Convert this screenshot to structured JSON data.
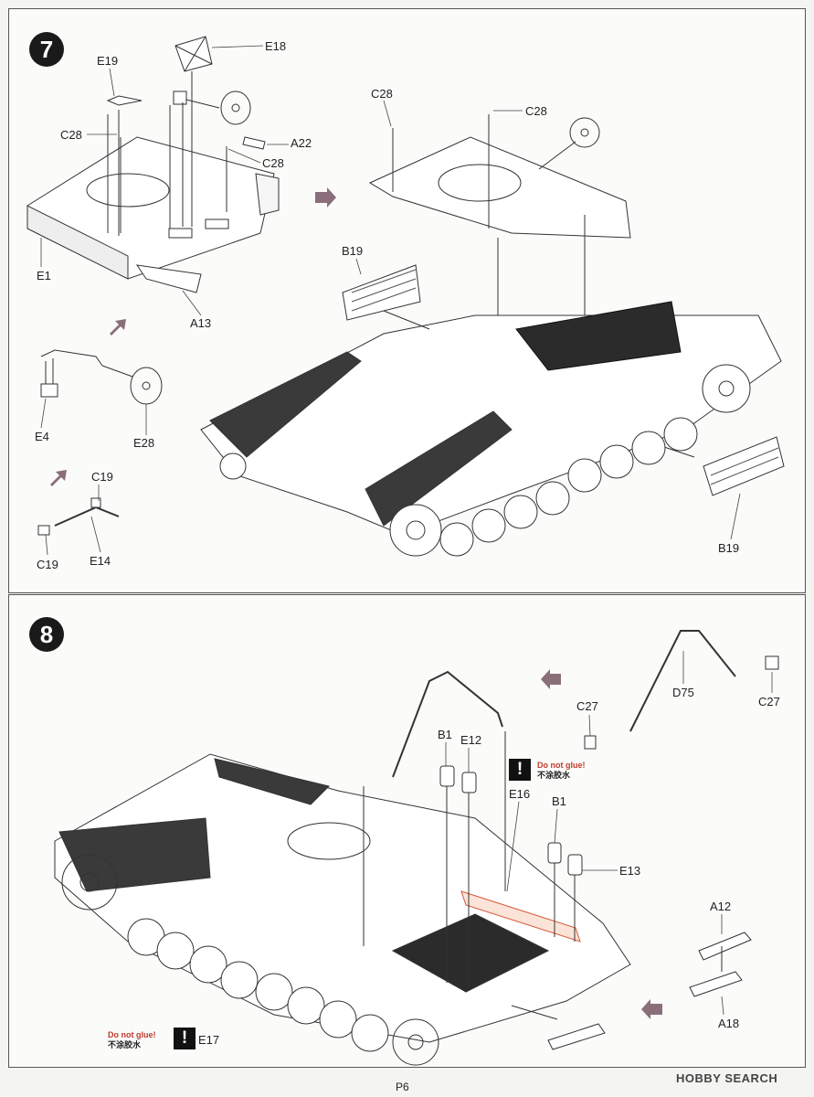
{
  "page_number": "P6",
  "watermark": "HOBBY SEARCH",
  "steps": [
    {
      "number": "7",
      "labels": {
        "e18": "E18",
        "e19": "E19",
        "c28_a": "C28",
        "a22": "A22",
        "c28_b": "C28",
        "e1": "E1",
        "a13": "A13",
        "e4": "E4",
        "e28": "E28",
        "c19_a": "C19",
        "c19_b": "C19",
        "e14": "E14",
        "c28_c": "C28",
        "c28_d": "C28",
        "b19_a": "B19",
        "b19_b": "B19"
      }
    },
    {
      "number": "8",
      "labels": {
        "b1_a": "B1",
        "e12": "E12",
        "e16": "E16",
        "b1_b": "B1",
        "e13": "E13",
        "c27_a": "C27",
        "d75": "D75",
        "c27_b": "C27",
        "a12": "A12",
        "a18": "A18",
        "e17": "E17"
      },
      "warnings": [
        {
          "en": "Do not glue!",
          "cn": "不涂胶水"
        },
        {
          "en": "Do not glue!",
          "cn": "不涂胶水"
        }
      ]
    }
  ],
  "colors": {
    "accent_warning": "#c0392b",
    "frame": "#555555",
    "arrow": "#8a6f7a"
  }
}
